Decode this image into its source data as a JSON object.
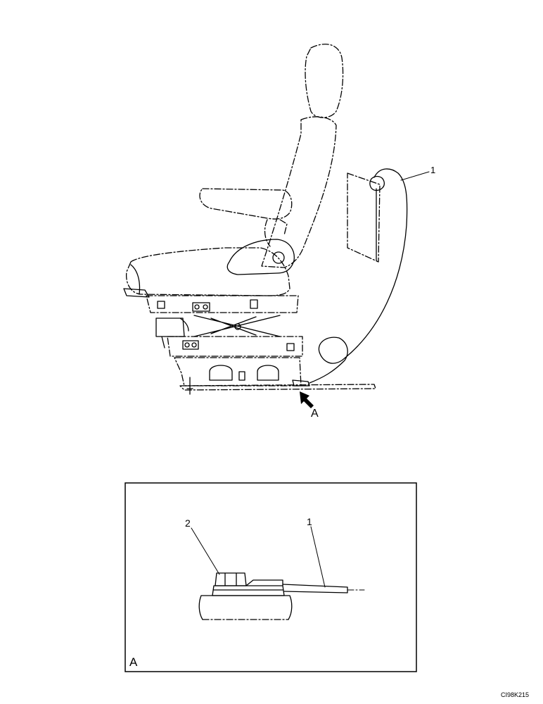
{
  "main_view": {
    "callout_1": "1",
    "view_arrow_label": "A"
  },
  "detail_view": {
    "callout_1": "1",
    "callout_2": "2",
    "view_label": "A"
  },
  "drawing_code": "CI98K215"
}
